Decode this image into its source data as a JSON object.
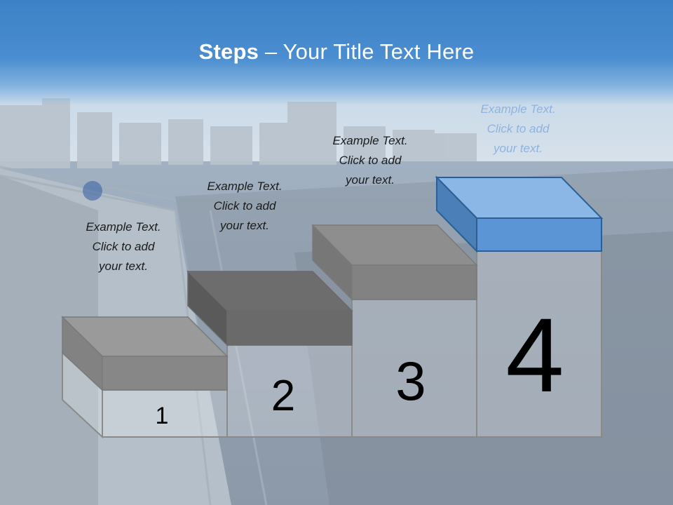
{
  "slide": {
    "title_bold": "Steps",
    "title_rest": " – Your Title Text Here"
  },
  "steps": [
    {
      "number": "1",
      "caption": [
        "Example Text.",
        "Click  to add",
        "your text."
      ]
    },
    {
      "number": "2",
      "caption": [
        "Example Text.",
        "Click  to add",
        "your text."
      ]
    },
    {
      "number": "3",
      "caption": [
        "Example Text.",
        "Click  to add",
        "your text."
      ]
    },
    {
      "number": "4",
      "caption": [
        "Example Text.",
        "Click  to add",
        "your text."
      ]
    }
  ],
  "colors": {
    "title_band": "#3d82c6",
    "gray_block_top": "#888888",
    "gray_block_front": "#6e6e6e",
    "blue_block_top": "#8ab7e6",
    "blue_block_front": "#5b95d5",
    "blue_block_side": "#4a7fb8"
  }
}
